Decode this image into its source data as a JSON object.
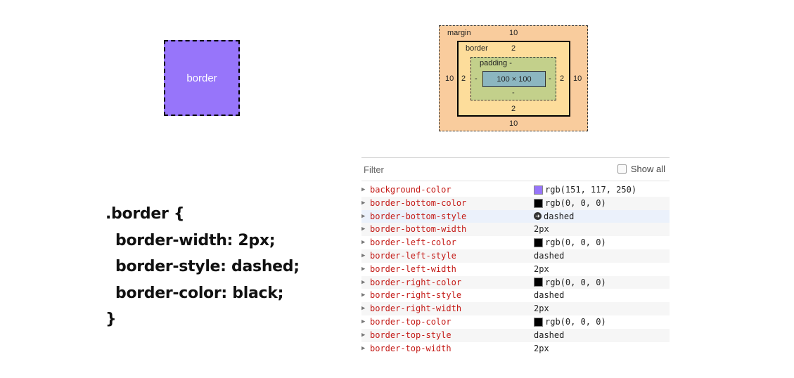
{
  "demo": {
    "label": "border",
    "background": "#9775fa",
    "border_color": "#000000"
  },
  "code": {
    "selector_line": ".border {",
    "declarations": [
      "border-width: 2px;",
      "border-style: dashed;",
      "border-color: black;"
    ],
    "closing": "}"
  },
  "box_model": {
    "margin_label": "margin",
    "margin_top": "10",
    "margin_left": "10",
    "margin_right": "10",
    "margin_bottom": "10",
    "border_label": "border",
    "border_top": "2",
    "border_left": "2",
    "border_right": "2",
    "border_bottom": "2",
    "padding_label": "padding -",
    "padding_left": "-",
    "padding_right": "-",
    "padding_bottom": "-",
    "content_size": "100 × 100",
    "colors": {
      "margin": "#f9cc9d",
      "border": "#fddd9b",
      "padding": "#c3d08b",
      "content": "#8cb6c0"
    }
  },
  "computed": {
    "filter_label": "Filter",
    "show_all_label": "Show all",
    "show_all_checked": false,
    "properties": [
      {
        "name": "background-color",
        "value": "rgb(151, 117, 250)",
        "swatch": "#9775fa"
      },
      {
        "name": "border-bottom-color",
        "value": "rgb(0, 0, 0)",
        "swatch": "#000000"
      },
      {
        "name": "border-bottom-style",
        "value": "dashed",
        "icon": "arrow-right-circle-icon"
      },
      {
        "name": "border-bottom-width",
        "value": "2px"
      },
      {
        "name": "border-left-color",
        "value": "rgb(0, 0, 0)",
        "swatch": "#000000"
      },
      {
        "name": "border-left-style",
        "value": "dashed"
      },
      {
        "name": "border-left-width",
        "value": "2px"
      },
      {
        "name": "border-right-color",
        "value": "rgb(0, 0, 0)",
        "swatch": "#000000"
      },
      {
        "name": "border-right-style",
        "value": "dashed"
      },
      {
        "name": "border-right-width",
        "value": "2px"
      },
      {
        "name": "border-top-color",
        "value": "rgb(0, 0, 0)",
        "swatch": "#000000"
      },
      {
        "name": "border-top-style",
        "value": "dashed"
      },
      {
        "name": "border-top-width",
        "value": "2px"
      }
    ]
  }
}
